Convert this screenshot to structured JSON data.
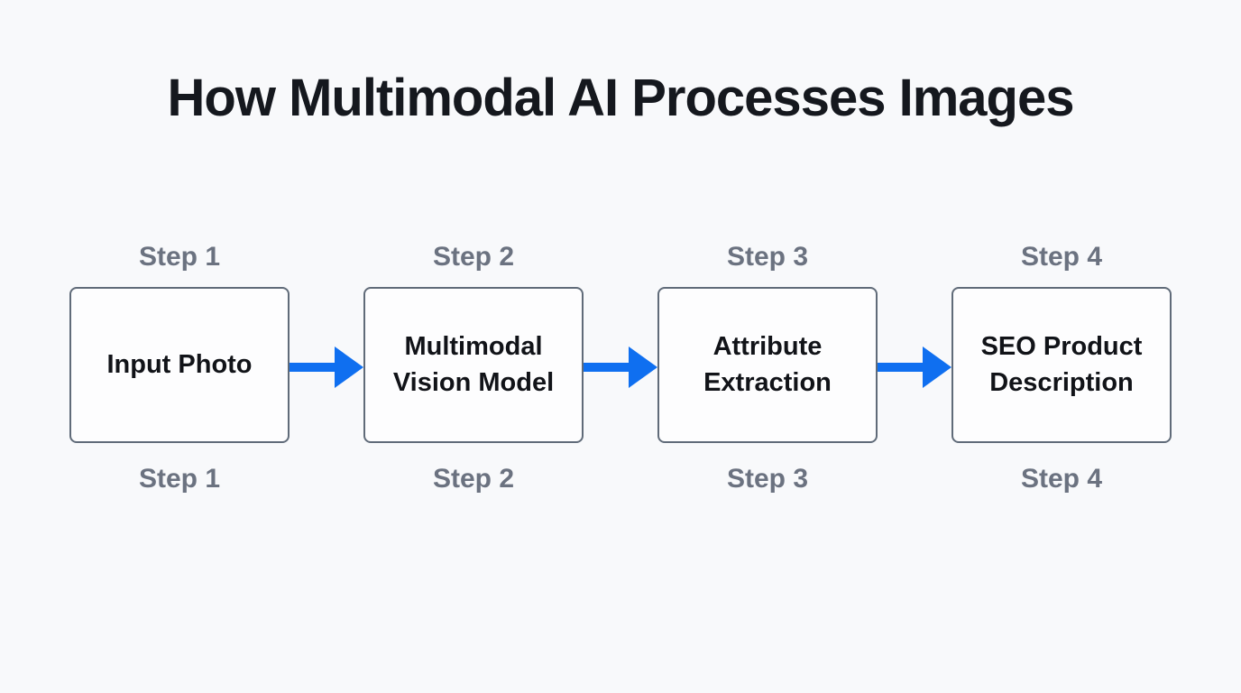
{
  "page": {
    "title": "How Multimodal AI Processes Images"
  },
  "colors": {
    "background": "#f8f9fb",
    "box_fill": "#fdfdfe",
    "box_border": "#606b79",
    "box_text": "#111318",
    "title_text": "#15181e",
    "step_label": "#6b7280",
    "arrow": "#0f6ff0"
  },
  "steps": [
    {
      "label_top": "Step 1",
      "box_text": "Input Photo",
      "label_bottom": "Step 1"
    },
    {
      "label_top": "Step 2",
      "box_text": "Multimodal Vision Model",
      "label_bottom": "Step 2"
    },
    {
      "label_top": "Step 3",
      "box_text": "Attribute Extraction",
      "label_bottom": "Step 3"
    },
    {
      "label_top": "Step 4",
      "box_text": "SEO Product Description",
      "label_bottom": "Step 4"
    }
  ]
}
